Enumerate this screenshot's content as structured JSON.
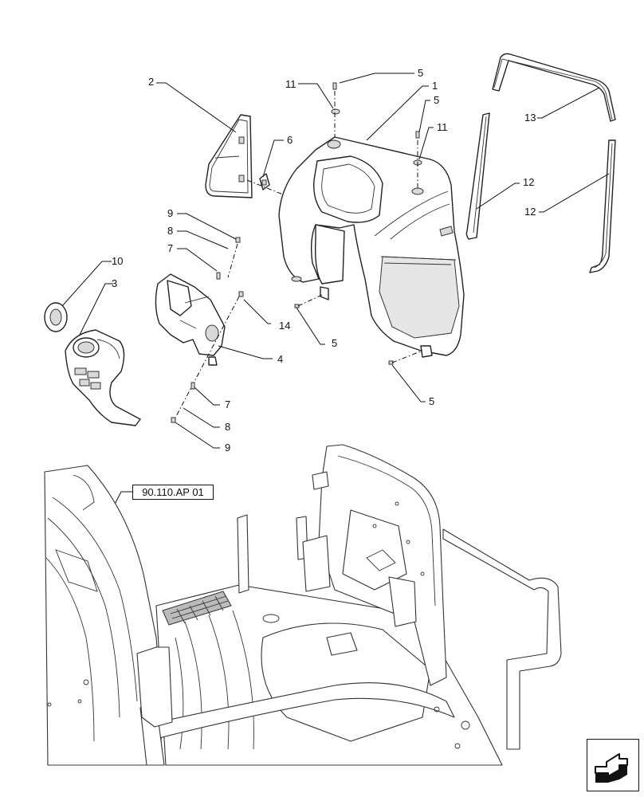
{
  "callouts": {
    "c1": "1",
    "c2": "2",
    "c3": "3",
    "c4": "4",
    "c5a": "5",
    "c5b": "5",
    "c5c": "5",
    "c5d": "5",
    "c6": "6",
    "c7a": "7",
    "c7b": "7",
    "c8a": "8",
    "c8b": "8",
    "c9a": "9",
    "c9b": "9",
    "c10": "10",
    "c11a": "11",
    "c11b": "11",
    "c12a": "12",
    "c12b": "12",
    "c13": "13",
    "c14": "14"
  },
  "reference": {
    "label": "90.110.AP  01"
  },
  "navigation": {
    "icon": "next-page-arrow-icon"
  }
}
